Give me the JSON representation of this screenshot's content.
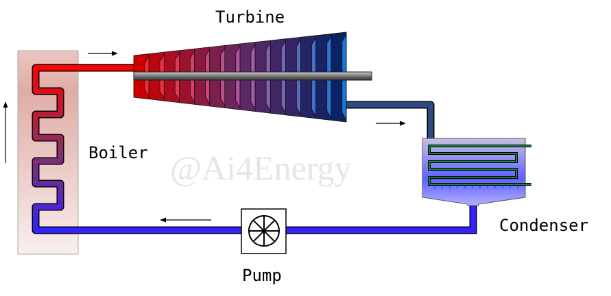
{
  "labels": {
    "turbine": "Turbine",
    "boiler": "Boiler",
    "condenser": "Condenser",
    "pump": "Pump"
  },
  "watermark": "@Ai4Energy",
  "colors": {
    "hot": "#ff0000",
    "cold": "#3322ff",
    "turbine_outlet": "#2c4a80",
    "condenser_coil": "#0f8a3c"
  }
}
